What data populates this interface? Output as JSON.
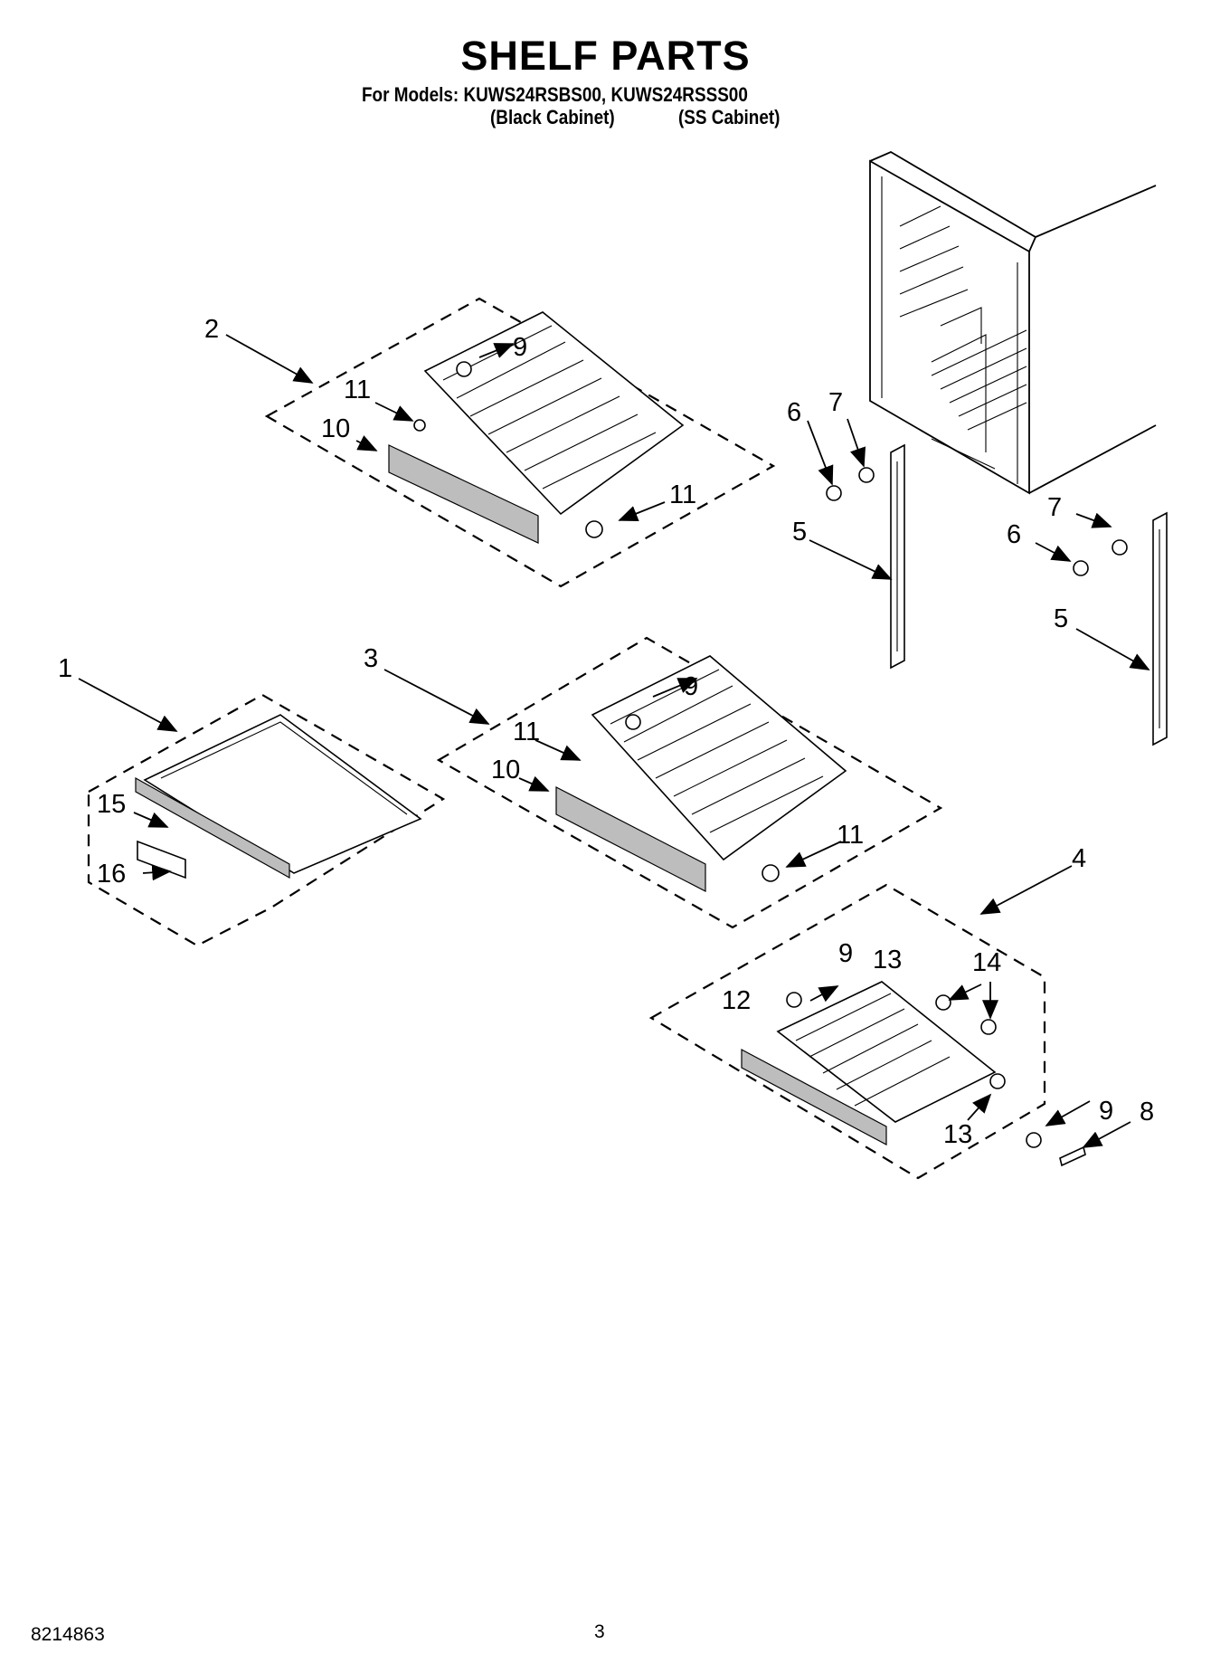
{
  "header": {
    "title": "SHELF PARTS",
    "models_line": "For Models: KUWS24RSBS00, KUWS24RSSS00",
    "cabinet_black": "(Black Cabinet)",
    "cabinet_ss": "(SS Cabinet)"
  },
  "callouts": {
    "c1": "1",
    "c2": "2",
    "c3": "3",
    "c4": "4",
    "c5a": "5",
    "c5b": "5",
    "c6a": "6",
    "c6b": "6",
    "c7a": "7",
    "c7b": "7",
    "c8": "8",
    "c9a": "9",
    "c9b": "9",
    "c9c": "9",
    "c9d": "9",
    "c10a": "10",
    "c10b": "10",
    "c11a": "11",
    "c11b": "11",
    "c11c": "11",
    "c11d": "11",
    "c12": "12",
    "c13a": "13",
    "c13b": "13",
    "c14": "14",
    "c15": "15",
    "c16": "16"
  },
  "footer": {
    "doc_number": "8214863",
    "page_number": "3"
  }
}
